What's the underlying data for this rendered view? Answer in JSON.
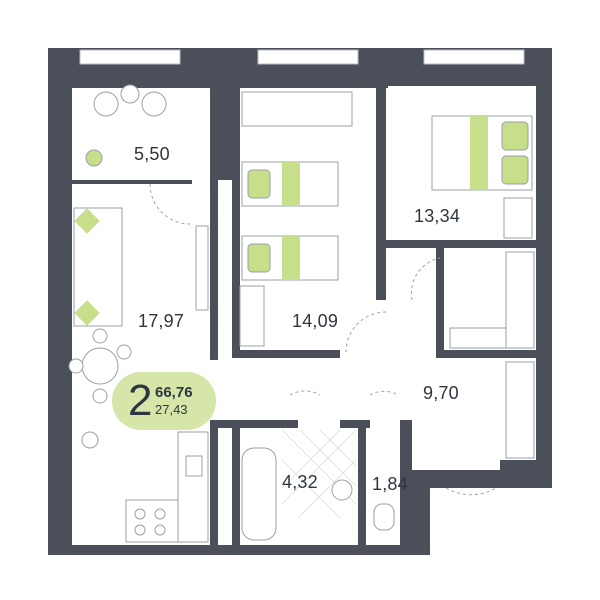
{
  "plan": {
    "colors": {
      "wall": "#4a4f5a",
      "accent": "#c7de8b",
      "line": "#b9bec6",
      "floor": "#ffffff"
    },
    "rooms": {
      "balcony": "5,50",
      "living": "17,97",
      "children": "14,09",
      "bedroom": "13,34",
      "hall": "9,70",
      "bathroom": "4,32",
      "toilet": "1,84"
    },
    "summary": {
      "rooms_count": "2",
      "total_area": "66,76",
      "living_area": "27,43"
    }
  }
}
